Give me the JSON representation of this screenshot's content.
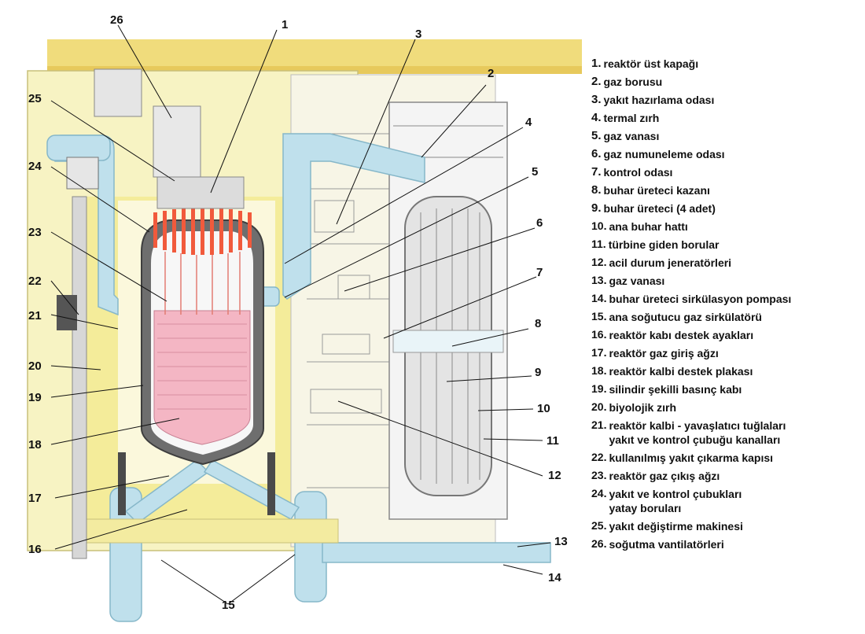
{
  "callouts": [
    "1",
    "2",
    "3",
    "4",
    "5",
    "6",
    "7",
    "8",
    "9",
    "10",
    "11",
    "12",
    "13",
    "14",
    "15",
    "16",
    "17",
    "18",
    "19",
    "20",
    "21",
    "22",
    "23",
    "24",
    "25",
    "26"
  ],
  "legend": [
    {
      "num": "1.",
      "text": "reaktör üst kapağı"
    },
    {
      "num": "2.",
      "text": "gaz borusu"
    },
    {
      "num": "3.",
      "text": "yakıt hazırlama odası"
    },
    {
      "num": "4.",
      "text": "termal zırh"
    },
    {
      "num": "5.",
      "text": "gaz vanası"
    },
    {
      "num": "6.",
      "text": "gaz numuneleme odası"
    },
    {
      "num": "7.",
      "text": "kontrol odası"
    },
    {
      "num": "8.",
      "text": "buhar üreteci kazanı"
    },
    {
      "num": "9.",
      "text": "buhar üreteci (4 adet)"
    },
    {
      "num": "10.",
      "text": "ana buhar hattı"
    },
    {
      "num": "11.",
      "text": "türbine giden borular"
    },
    {
      "num": "12.",
      "text": "acil durum jeneratörleri"
    },
    {
      "num": "13.",
      "text": "gaz vanası"
    },
    {
      "num": "14.",
      "text": "buhar üreteci sirkülasyon pompası"
    },
    {
      "num": "15.",
      "text": "ana soğutucu gaz sirkülatörü"
    },
    {
      "num": "16.",
      "text": "reaktör kabı destek ayakları"
    },
    {
      "num": "17.",
      "text": "reaktör gaz giriş ağzı"
    },
    {
      "num": "18.",
      "text": "reaktör kalbi destek plakası"
    },
    {
      "num": "19.",
      "text": "silindir şekilli basınç kabı"
    },
    {
      "num": "20.",
      "text": "biyolojik zırh"
    },
    {
      "num": "21.",
      "text": "reaktör kalbi - yavaşlatıcı tuğlaları\nyakıt ve kontrol çubuğu kanalları"
    },
    {
      "num": "22.",
      "text": "kullanılmış yakıt çıkarma kapısı"
    },
    {
      "num": "23.",
      "text": "reaktör gaz çıkış ağzı"
    },
    {
      "num": "24.",
      "text": "yakıt ve kontrol çubukları\nyatay boruları"
    },
    {
      "num": "25.",
      "text": "yakıt değiştirme makinesi"
    },
    {
      "num": "26.",
      "text": "soğutma vantilatörleri"
    }
  ],
  "colors": {
    "concrete": "#f6ef9e",
    "concrete_dark": "#efd77a",
    "pipe": "#bfe0ec",
    "core": "#f4b6c4",
    "rods": "#f15a3c",
    "vessel": "#6e6e6e"
  }
}
